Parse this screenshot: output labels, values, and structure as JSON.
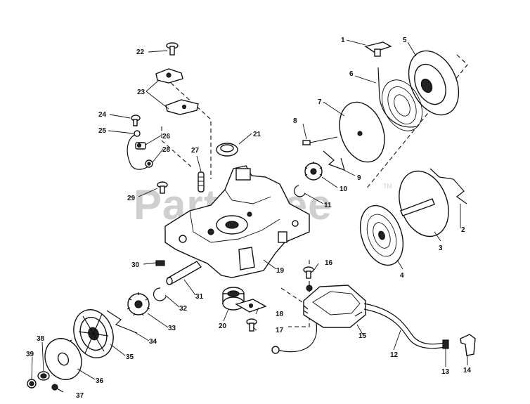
{
  "watermark": "PartsTree",
  "watermark_tm": "TM",
  "callouts": [
    "1",
    "2",
    "3",
    "4",
    "5",
    "6",
    "7",
    "8",
    "9",
    "10",
    "11",
    "12",
    "13",
    "14",
    "15",
    "16",
    "17",
    "18",
    "19",
    "20",
    "21",
    "22",
    "23",
    "24",
    "25",
    "26",
    "27",
    "28",
    "29",
    "30",
    "31",
    "32",
    "33",
    "34",
    "35",
    "36",
    "37",
    "38",
    "39"
  ]
}
